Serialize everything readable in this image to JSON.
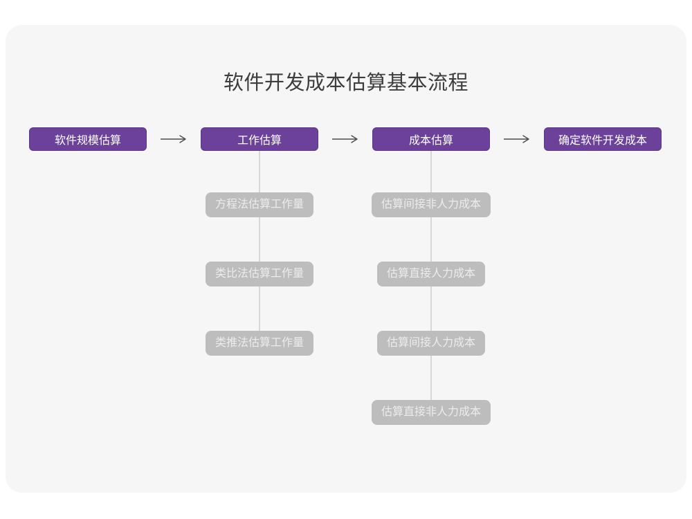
{
  "title": "软件开发成本估算基本流程",
  "flow": {
    "main_steps": [
      {
        "id": "software-scale-estimation",
        "label": "软件规模估算"
      },
      {
        "id": "work-estimation",
        "label": "工作估算"
      },
      {
        "id": "cost-estimation",
        "label": "成本估算"
      },
      {
        "id": "determine-development-cost",
        "label": "确定软件开发成本"
      }
    ],
    "work_estimation_methods": [
      "方程法估算工作量",
      "类比法估算工作量",
      "类推法估算工作量"
    ],
    "cost_estimation_components": [
      "估算间接非人力成本",
      "估算直接人力成本",
      "估算间接人力成本",
      "估算直接非人力成本"
    ]
  },
  "colors": {
    "primary_node_purple": "#6b4199",
    "primary_node_border": "#5c3788",
    "sub_node_gray": "#bdbdbd",
    "sub_node_text": "#ececec",
    "card_background": "#f6f6f7",
    "page_background": "#ffffff",
    "connector_line": "#d8d8d8",
    "arrow_stroke": "#4c4c4c",
    "title_text": "#3d3d3d"
  }
}
